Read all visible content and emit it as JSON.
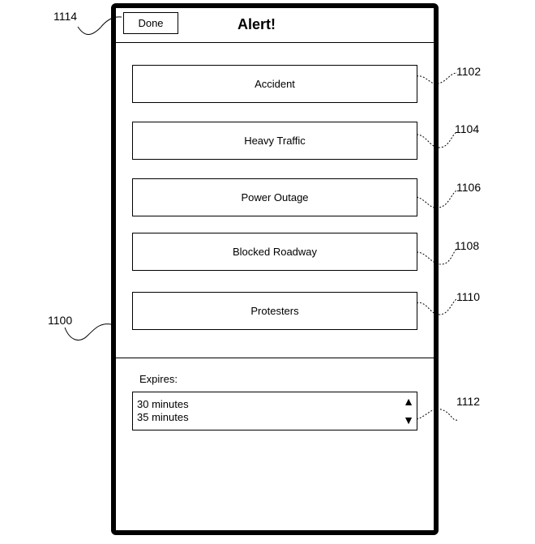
{
  "header": {
    "done_label": "Done",
    "title": "Alert!"
  },
  "options": [
    {
      "label": "Accident"
    },
    {
      "label": "Heavy Traffic"
    },
    {
      "label": "Power Outage"
    },
    {
      "label": "Blocked Roadway"
    },
    {
      "label": "Protesters"
    }
  ],
  "expires": {
    "label": "Expires:",
    "values": [
      "30 minutes",
      "35 minutes"
    ]
  },
  "icons": {
    "up": "triangle-up",
    "down": "triangle-down"
  },
  "reference_numerals": {
    "device": "1100",
    "accident": "1102",
    "heavy_traffic": "1104",
    "power_outage": "1106",
    "blocked_roadway": "1108",
    "protesters": "1110",
    "expires_picker": "1112",
    "done_button": "1114"
  }
}
